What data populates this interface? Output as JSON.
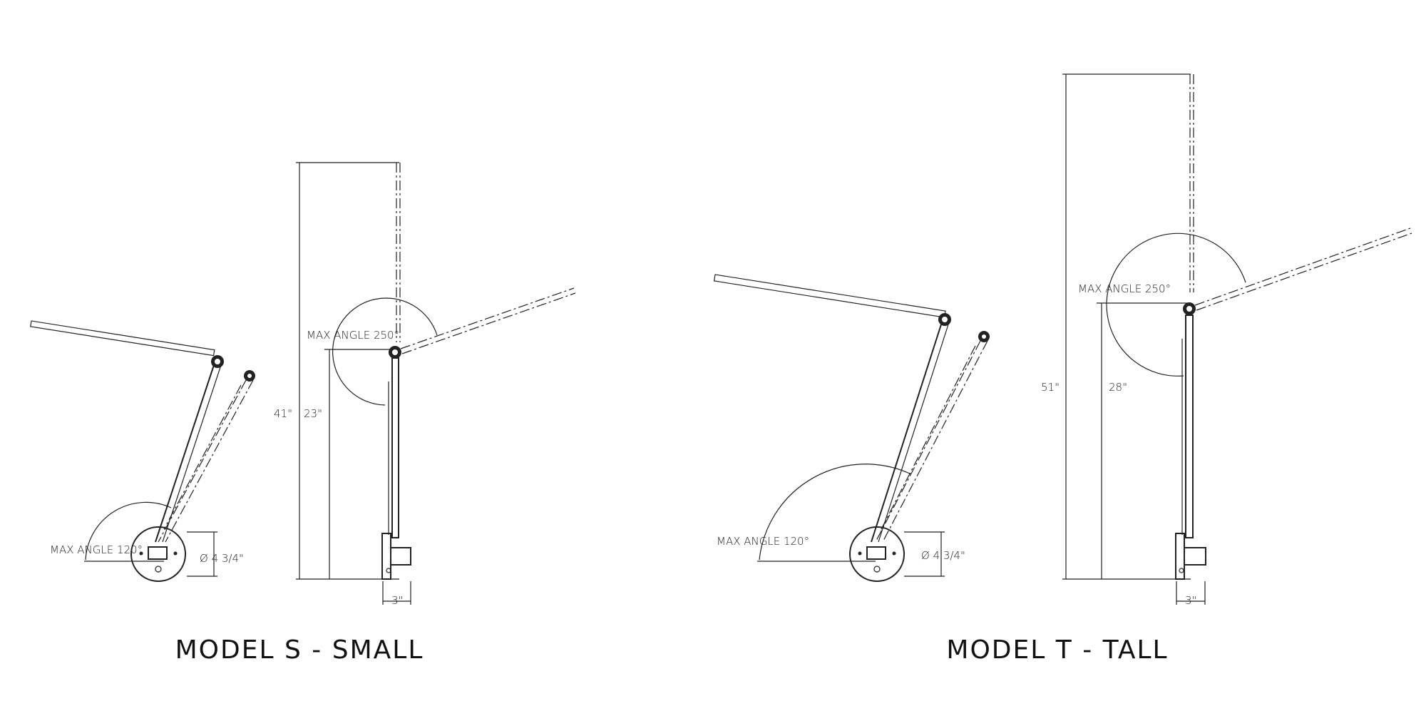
{
  "models": [
    {
      "title": "MODEL S - SMALL",
      "max_angle_head": "MAX ANGLE 250°",
      "max_angle_base": "MAX ANGLE 120°",
      "overall_height": "41\"",
      "arm_height": "23\"",
      "base_diameter": "Ø 4 3/4\"",
      "clamp_width": "3\""
    },
    {
      "title": "MODEL T - TALL",
      "max_angle_head": "MAX ANGLE 250°",
      "max_angle_base": "MAX ANGLE 120°",
      "overall_height": "51\"",
      "arm_height": "28\"",
      "base_diameter": "Ø 4 3/4\"",
      "clamp_width": "3\""
    }
  ]
}
